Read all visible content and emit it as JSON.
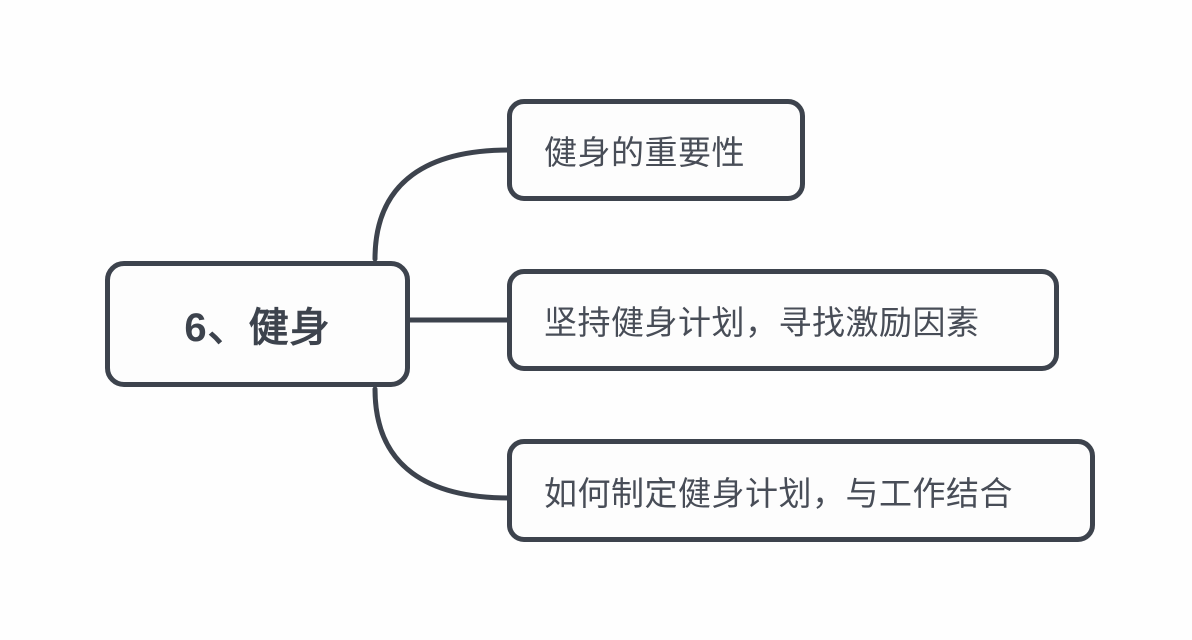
{
  "diagram": {
    "type": "mind-map",
    "orientation": "left-to-right",
    "stroke_color": "#3d434d",
    "text_color": "#484d57",
    "background_color": "#fefefe",
    "root": {
      "label": "6、健身"
    },
    "children": [
      {
        "label": "健身的重要性",
        "connector": "curve-up"
      },
      {
        "label": "坚持健身计划，寻找激励因素",
        "connector": "straight"
      },
      {
        "label": "如何制定健身计划，与工作结合",
        "connector": "curve-down"
      }
    ]
  }
}
